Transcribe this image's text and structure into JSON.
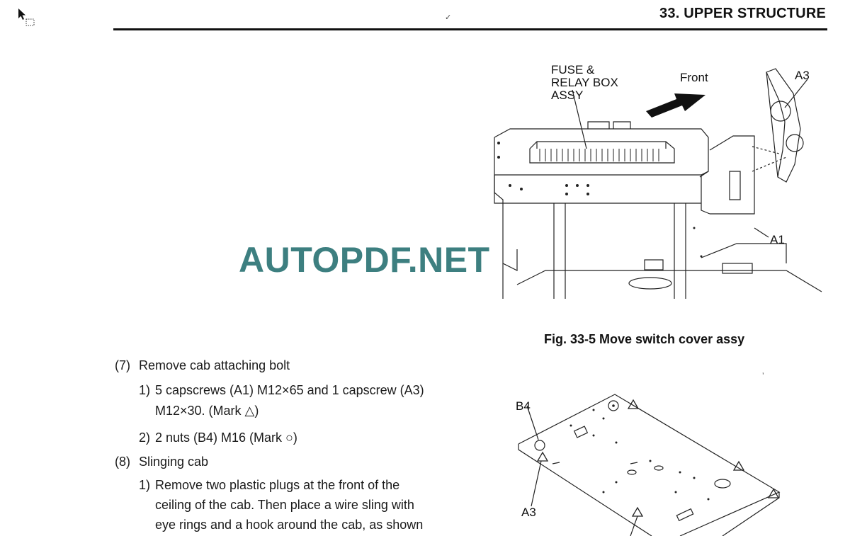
{
  "header": {
    "section_title": "33. UPPER STRUCTURE",
    "tick_mark": "✓"
  },
  "figure1": {
    "label_fuse": [
      "FUSE &",
      "RELAY BOX",
      "ASSY"
    ],
    "label_front": "Front",
    "label_a3": "A3",
    "label_a1": "A1",
    "caption": "Fig. 33-5 Move switch cover assy"
  },
  "figure2": {
    "label_b4": "B4",
    "label_a3": "A3"
  },
  "watermark": "AUTOPDF.NET",
  "steps": {
    "step7_label": "(7)",
    "step7_text": "Remove cab attaching bolt",
    "step7_1_num": "1)",
    "step7_1_line1": "5 capscrews (A1) M12×65 and 1 capscrew (A3)",
    "step7_1_line2": "M12×30. (Mark △)",
    "step7_2_num": "2)",
    "step7_2_text": "2 nuts (B4) M16 (Mark ○)",
    "step8_label": "(8)",
    "step8_text": "Slinging cab",
    "step8_1_num": "1)",
    "step8_1_line1": "Remove two plastic plugs at the front of the",
    "step8_1_line2": "ceiling of the cab. Then place a wire sling with",
    "step8_1_line3": "eye rings and a hook around the cab, as shown"
  },
  "stray_mark": "ʼ"
}
